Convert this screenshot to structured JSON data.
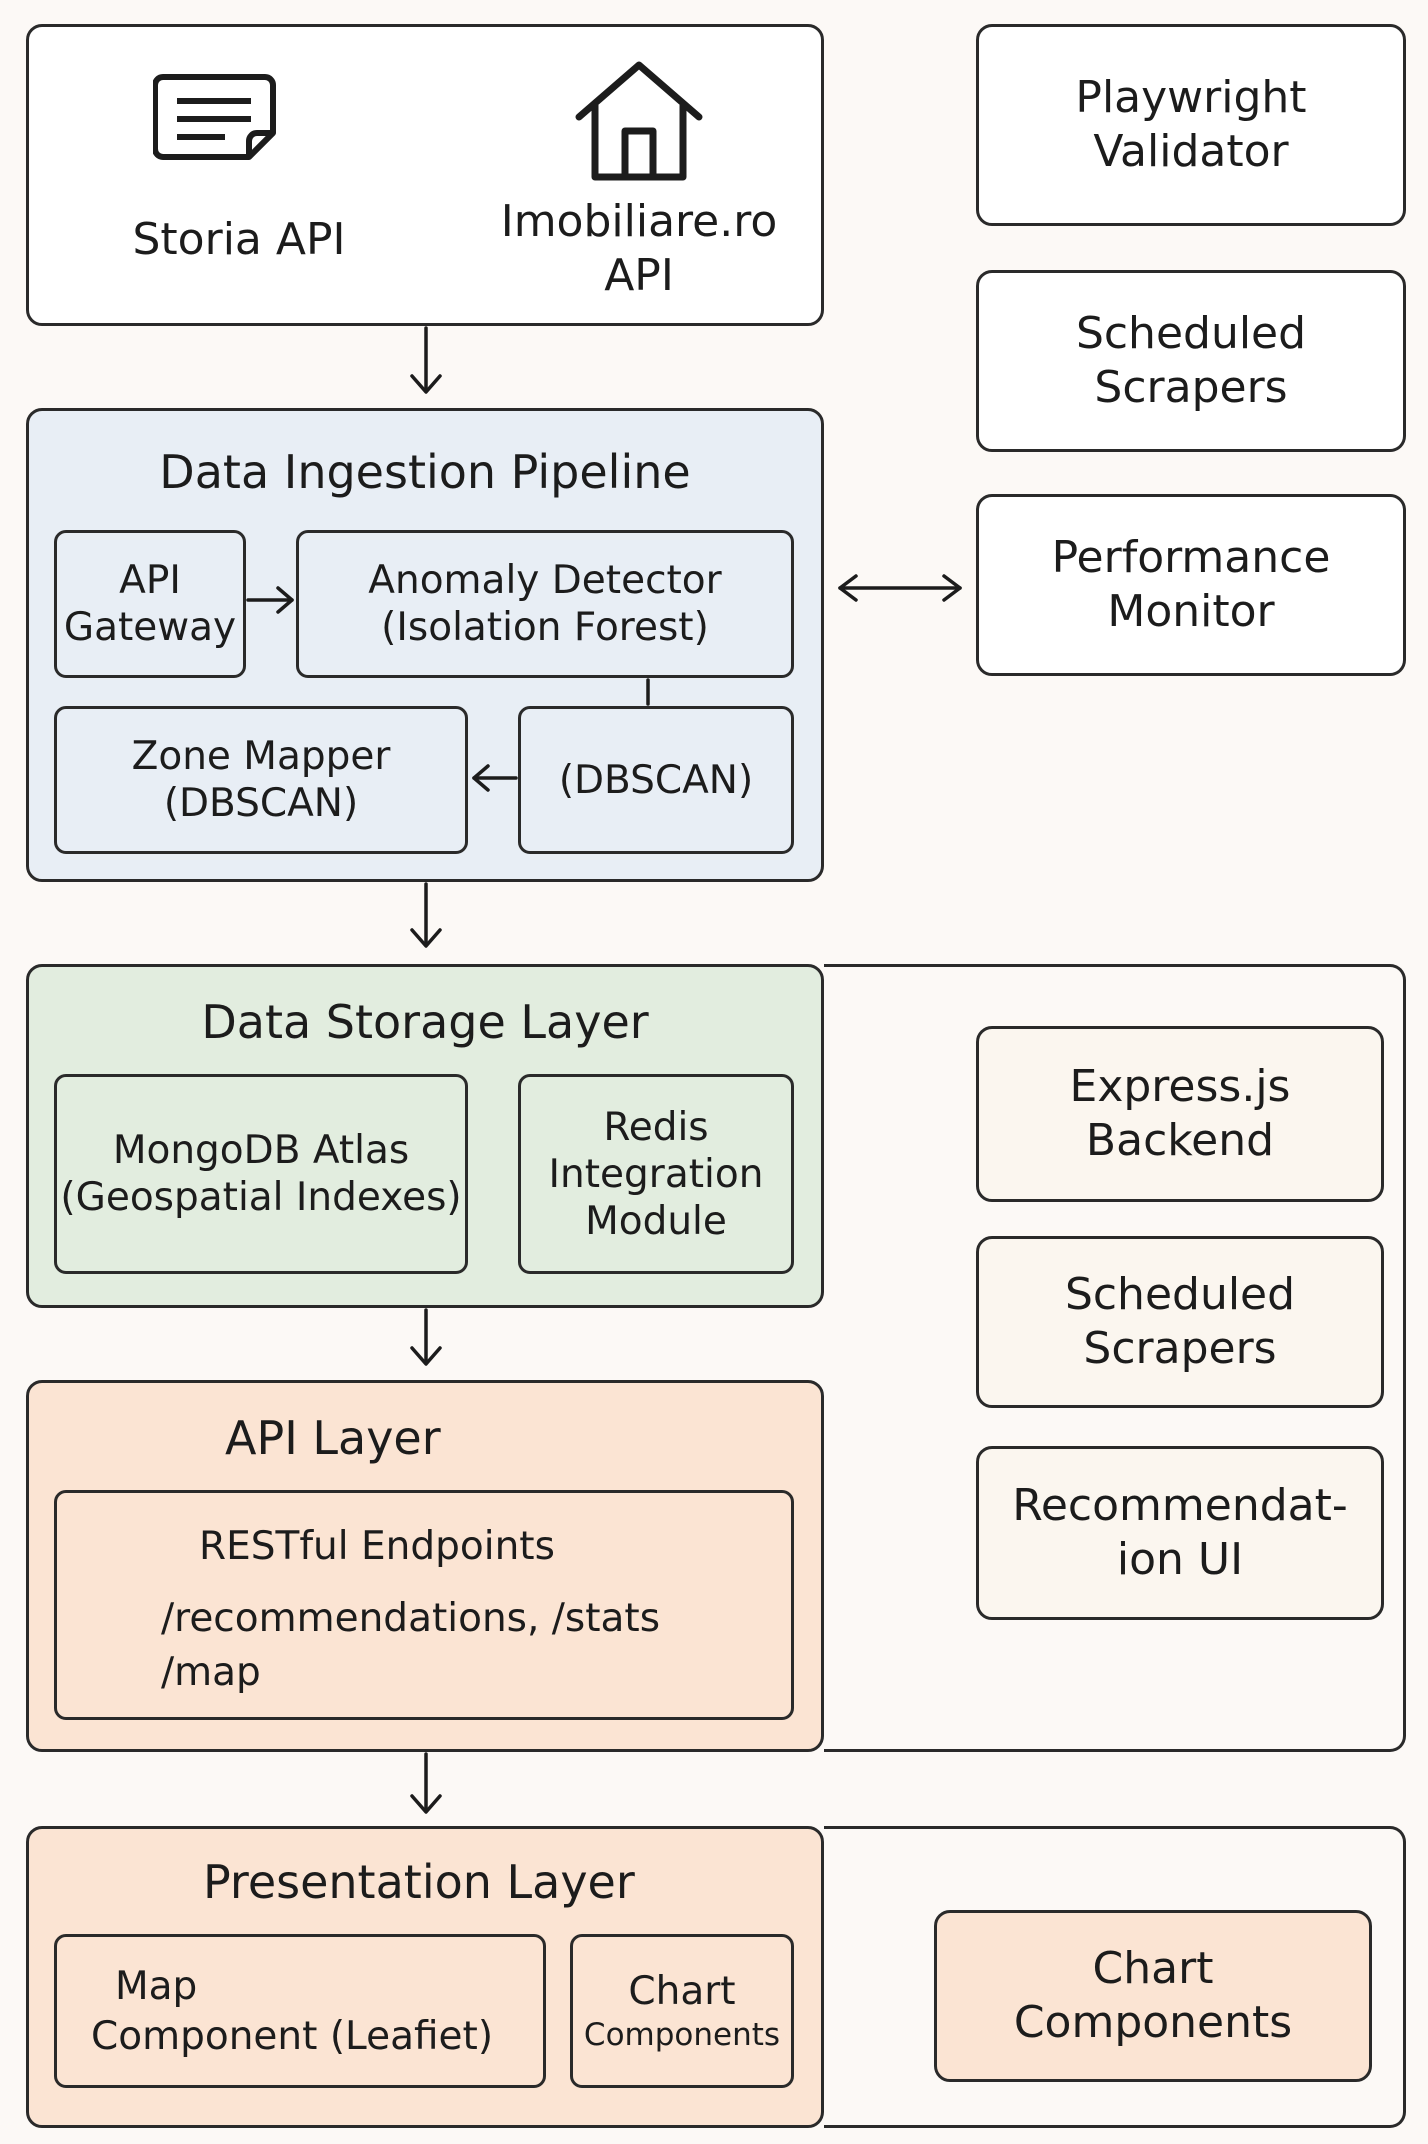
{
  "sources": {
    "storia": "Storia API",
    "imobiliare_line1": "Imobiliare.ro",
    "imobiliare_line2": "API"
  },
  "side_top": {
    "playwright": [
      "Playwright",
      "Validator"
    ],
    "scrapers": [
      "Scheduled",
      "Scrapers"
    ],
    "monitor": [
      "Performance",
      "Monitor"
    ]
  },
  "ingestion": {
    "title": "Data Ingestion Pipeline",
    "gateway": [
      "API",
      "Gateway"
    ],
    "anomaly": [
      "Anomaly Detector",
      "(Isolation Forest)"
    ],
    "zone_mapper": [
      "Zone Mapper",
      "(DBSCAN)"
    ],
    "dbscan": "(DBSCAN)"
  },
  "storage": {
    "title": "Data Storage Layer",
    "mongo": [
      "MongoDB Atlas",
      "(Geospatial Indexes)"
    ],
    "redis": [
      "Redis",
      "Integration",
      "Module"
    ]
  },
  "side_mid": {
    "express": [
      "Express.js",
      "Backend"
    ],
    "scrapers": [
      "Scheduled",
      "Scrapers"
    ],
    "recommendation": [
      "Recommendat-",
      "ion UI"
    ]
  },
  "api": {
    "title": "API Layer",
    "endpoints_title": "RESTful Endpoints",
    "endpoints_line1": "/recommendations, /stats",
    "endpoints_line2": "/map"
  },
  "presentation": {
    "title": "Presentation Layer",
    "map": [
      "Map",
      "Component (Leafiet)"
    ],
    "chart_small": [
      "Chart",
      "Components"
    ],
    "chart_right": [
      "Chart",
      "Components"
    ]
  },
  "colors": {
    "ingestion": "#e8eef5",
    "storage": "#e2eddf",
    "api": "#fbe4d3",
    "presentation": "#fbe4d3",
    "side": "#fbf6ef"
  }
}
